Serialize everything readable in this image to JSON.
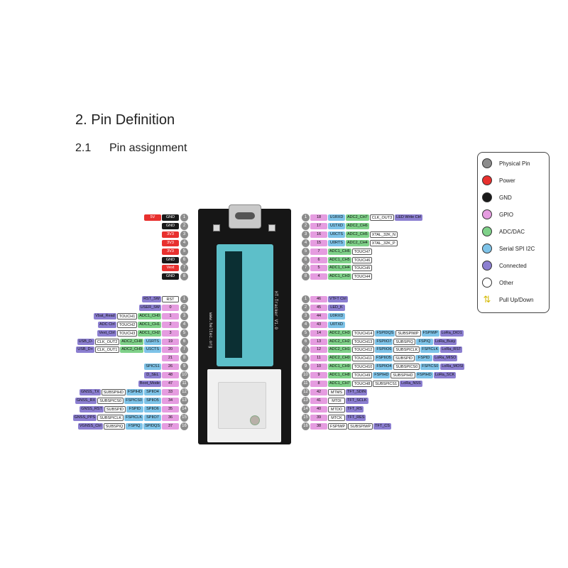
{
  "heading": "2. Pin Definition",
  "subheading_num": "2.1",
  "subheading_text": "Pin assignment",
  "colors": {
    "physical": "#8c8c8c",
    "power": "#e8302e",
    "gnd": "#1a1a1a",
    "gpio": "#e59ce0",
    "adc": "#7fd189",
    "serial": "#7ec3e8",
    "connected": "#8c7fd1",
    "other": "#ffffff"
  },
  "legend": [
    {
      "label": "Physical Pin",
      "type": "physical"
    },
    {
      "label": "Power",
      "type": "power"
    },
    {
      "label": "GND",
      "type": "gnd"
    },
    {
      "label": "GPIO",
      "type": "gpio"
    },
    {
      "label": "ADC/DAC",
      "type": "adc"
    },
    {
      "label": "Serial SPI I2C",
      "type": "serial"
    },
    {
      "label": "Connected",
      "type": "connected"
    },
    {
      "label": "Other",
      "type": "other"
    },
    {
      "label": "Pull Up/Down",
      "type": "arrows"
    }
  ],
  "board": {
    "silk_name": "HT-Tracker V1.0",
    "silk_url": "www.heltec.org"
  },
  "left_top": [
    {
      "pin": "1",
      "tags": [
        {
          "t": "5V",
          "c": "power"
        },
        {
          "t": "GND",
          "c": "gnd"
        }
      ]
    },
    {
      "pin": "2",
      "tags": [
        {
          "t": "GND",
          "c": "gnd"
        }
      ]
    },
    {
      "pin": "3",
      "tags": [
        {
          "t": "3V3",
          "c": "power"
        }
      ]
    },
    {
      "pin": "4",
      "tags": [
        {
          "t": "3V3",
          "c": "power"
        }
      ]
    },
    {
      "pin": "5",
      "tags": [
        {
          "t": "3V3",
          "c": "power"
        }
      ]
    },
    {
      "pin": "6",
      "tags": [
        {
          "t": "GND",
          "c": "gnd"
        }
      ]
    },
    {
      "pin": "7",
      "tags": [
        {
          "t": "Vext",
          "c": "power"
        }
      ]
    },
    {
      "pin": "8",
      "tags": [
        {
          "t": "GND",
          "c": "gnd"
        }
      ]
    }
  ],
  "left_bottom": [
    {
      "pin": "1",
      "tags": [
        {
          "t": "RST_SW",
          "c": "connected"
        },
        {
          "t": "RST",
          "c": "other"
        }
      ]
    },
    {
      "pin": "2",
      "tags": [
        {
          "t": "USER_SW",
          "c": "connected"
        },
        {
          "t": "0",
          "c": "gpio"
        }
      ]
    },
    {
      "pin": "3",
      "tags": [
        {
          "t": "Vbat_Read",
          "c": "connected"
        },
        {
          "t": "TOUCH1",
          "c": "other"
        },
        {
          "t": "ADC1_CH0",
          "c": "adc"
        },
        {
          "t": "1",
          "c": "gpio"
        }
      ]
    },
    {
      "pin": "4",
      "tags": [
        {
          "t": "ADC Ctrl",
          "c": "connected"
        },
        {
          "t": "TOUCH2",
          "c": "other"
        },
        {
          "t": "ADC1_CH1",
          "c": "adc"
        },
        {
          "t": "2",
          "c": "gpio"
        }
      ]
    },
    {
      "pin": "5",
      "tags": [
        {
          "t": "Vext_Ctrl",
          "c": "connected"
        },
        {
          "t": "TOUCH3",
          "c": "other"
        },
        {
          "t": "ADC1_CH2",
          "c": "adc"
        },
        {
          "t": "3",
          "c": "gpio"
        }
      ]
    },
    {
      "pin": "6",
      "tags": [
        {
          "t": "USB_D-",
          "c": "connected"
        },
        {
          "t": "CLK_OUT2",
          "c": "other"
        },
        {
          "t": "ADC2_CH8",
          "c": "adc"
        },
        {
          "t": "U1RTS",
          "c": "serial"
        },
        {
          "t": "19",
          "c": "gpio"
        }
      ]
    },
    {
      "pin": "7",
      "tags": [
        {
          "t": "USB_D+",
          "c": "connected"
        },
        {
          "t": "CLK_OUT1",
          "c": "other"
        },
        {
          "t": "ADC2_CH9",
          "c": "adc"
        },
        {
          "t": "U1CTS",
          "c": "serial"
        },
        {
          "t": "20",
          "c": "gpio"
        }
      ]
    },
    {
      "pin": "8",
      "tags": [
        {
          "t": "21",
          "c": "gpio"
        }
      ]
    },
    {
      "pin": "9",
      "tags": [
        {
          "t": "SPICS1",
          "c": "serial"
        },
        {
          "t": "26",
          "c": "gpio"
        }
      ]
    },
    {
      "pin": "10",
      "tags": [
        {
          "t": "D_SEL",
          "c": "connected"
        },
        {
          "t": "48",
          "c": "gpio"
        }
      ]
    },
    {
      "pin": "11",
      "tags": [
        {
          "t": "Boot_Mode",
          "c": "connected"
        },
        {
          "t": "47",
          "c": "gpio"
        }
      ]
    },
    {
      "pin": "12",
      "tags": [
        {
          "t": "GNSS_TX",
          "c": "connected"
        },
        {
          "t": "SUBSPIHD",
          "c": "other"
        },
        {
          "t": "FSPIHD",
          "c": "serial"
        },
        {
          "t": "SPIIO4",
          "c": "serial"
        },
        {
          "t": "33",
          "c": "gpio"
        }
      ]
    },
    {
      "pin": "13",
      "tags": [
        {
          "t": "GNSS_RX",
          "c": "connected"
        },
        {
          "t": "SUBSPICS0",
          "c": "other"
        },
        {
          "t": "FSPICS0",
          "c": "serial"
        },
        {
          "t": "SPIIO5",
          "c": "serial"
        },
        {
          "t": "34",
          "c": "gpio"
        }
      ]
    },
    {
      "pin": "14",
      "tags": [
        {
          "t": "GNSS_RST",
          "c": "connected"
        },
        {
          "t": "SUBSPID",
          "c": "other"
        },
        {
          "t": "FSPID",
          "c": "serial"
        },
        {
          "t": "SPIIO6",
          "c": "serial"
        },
        {
          "t": "35",
          "c": "gpio"
        }
      ]
    },
    {
      "pin": "15",
      "tags": [
        {
          "t": "GNSS_PPS",
          "c": "connected"
        },
        {
          "t": "SUBSPICLK",
          "c": "other"
        },
        {
          "t": "FSPICLK",
          "c": "serial"
        },
        {
          "t": "SPIIO7",
          "c": "serial"
        },
        {
          "t": "36",
          "c": "gpio"
        }
      ]
    },
    {
      "pin": "16",
      "tags": [
        {
          "t": "VGNSS_Ctrl",
          "c": "connected"
        },
        {
          "t": "SUBSPIQ",
          "c": "other"
        },
        {
          "t": "FSPIQ",
          "c": "serial"
        },
        {
          "t": "SPIDQS",
          "c": "serial"
        },
        {
          "t": "37",
          "c": "gpio"
        }
      ]
    }
  ],
  "right_top": [
    {
      "pin": "1",
      "tags": [
        {
          "t": "18",
          "c": "gpio"
        },
        {
          "t": "U1RXD",
          "c": "serial"
        },
        {
          "t": "ADC2_CH7",
          "c": "adc"
        },
        {
          "t": "CLK_OUT3",
          "c": "other"
        },
        {
          "t": "LED Write Ctrl",
          "c": "connected"
        }
      ]
    },
    {
      "pin": "2",
      "tags": [
        {
          "t": "17",
          "c": "gpio"
        },
        {
          "t": "U1TXD",
          "c": "serial"
        },
        {
          "t": "ADC2_CH6",
          "c": "adc"
        }
      ]
    },
    {
      "pin": "3",
      "tags": [
        {
          "t": "16",
          "c": "gpio"
        },
        {
          "t": "U0CTS",
          "c": "serial"
        },
        {
          "t": "ADC2_CH5",
          "c": "adc"
        },
        {
          "t": "XTAL_32K_N",
          "c": "other"
        }
      ]
    },
    {
      "pin": "4",
      "tags": [
        {
          "t": "15",
          "c": "gpio"
        },
        {
          "t": "U0RTS",
          "c": "serial"
        },
        {
          "t": "ADC2_CH4",
          "c": "adc"
        },
        {
          "t": "XTAL_32K_P",
          "c": "other"
        }
      ]
    },
    {
      "pin": "5",
      "tags": [
        {
          "t": "7",
          "c": "gpio"
        },
        {
          "t": "ADC1_CH6",
          "c": "adc"
        },
        {
          "t": "TOUCH7",
          "c": "other"
        }
      ]
    },
    {
      "pin": "6",
      "tags": [
        {
          "t": "6",
          "c": "gpio"
        },
        {
          "t": "ADC1_CH5",
          "c": "adc"
        },
        {
          "t": "TOUCH6",
          "c": "other"
        }
      ]
    },
    {
      "pin": "7",
      "tags": [
        {
          "t": "5",
          "c": "gpio"
        },
        {
          "t": "ADC1_CH4",
          "c": "adc"
        },
        {
          "t": "TOUCH5",
          "c": "other"
        }
      ]
    },
    {
      "pin": "8",
      "tags": [
        {
          "t": "4",
          "c": "gpio"
        },
        {
          "t": "ADC1_CH3",
          "c": "adc"
        },
        {
          "t": "TOUCH4",
          "c": "other"
        }
      ]
    }
  ],
  "right_bottom": [
    {
      "pin": "1",
      "tags": [
        {
          "t": "46",
          "c": "gpio"
        },
        {
          "t": "VTFT Ctrl",
          "c": "connected"
        }
      ]
    },
    {
      "pin": "2",
      "tags": [
        {
          "t": "45",
          "c": "gpio"
        },
        {
          "t": "LED_K",
          "c": "connected"
        }
      ]
    },
    {
      "pin": "3",
      "tags": [
        {
          "t": "44",
          "c": "gpio"
        },
        {
          "t": "U0RXD",
          "c": "serial"
        }
      ]
    },
    {
      "pin": "4",
      "tags": [
        {
          "t": "43",
          "c": "gpio"
        },
        {
          "t": "U0TXD",
          "c": "serial"
        }
      ]
    },
    {
      "pin": "5",
      "tags": [
        {
          "t": "14",
          "c": "gpio"
        },
        {
          "t": "ADC2_CH3",
          "c": "adc"
        },
        {
          "t": "TOUCH14",
          "c": "other"
        },
        {
          "t": "FSPIDQS",
          "c": "serial"
        },
        {
          "t": "SUBSPIWP",
          "c": "other"
        },
        {
          "t": "FSPIWP",
          "c": "serial"
        },
        {
          "t": "LoRa_DIO1",
          "c": "connected"
        }
      ]
    },
    {
      "pin": "6",
      "tags": [
        {
          "t": "13",
          "c": "gpio"
        },
        {
          "t": "ADC2_CH2",
          "c": "adc"
        },
        {
          "t": "TOUCH13",
          "c": "other"
        },
        {
          "t": "FSPIIO7",
          "c": "serial"
        },
        {
          "t": "SUBSPIQ",
          "c": "other"
        },
        {
          "t": "FSPIQ",
          "c": "serial"
        },
        {
          "t": "LoRa_Busy",
          "c": "connected"
        }
      ]
    },
    {
      "pin": "7",
      "tags": [
        {
          "t": "12",
          "c": "gpio"
        },
        {
          "t": "ADC2_CH1",
          "c": "adc"
        },
        {
          "t": "TOUCH12",
          "c": "other"
        },
        {
          "t": "FSPIIO6",
          "c": "serial"
        },
        {
          "t": "SUBSPICLK",
          "c": "other"
        },
        {
          "t": "FSPICLK",
          "c": "serial"
        },
        {
          "t": "LoRa_RST",
          "c": "connected"
        }
      ]
    },
    {
      "pin": "8",
      "tags": [
        {
          "t": "11",
          "c": "gpio"
        },
        {
          "t": "ADC2_CH0",
          "c": "adc"
        },
        {
          "t": "TOUCH11",
          "c": "other"
        },
        {
          "t": "FSPIIO5",
          "c": "serial"
        },
        {
          "t": "SUBSPID",
          "c": "other"
        },
        {
          "t": "FSPID",
          "c": "serial"
        },
        {
          "t": "LoRa_MISO",
          "c": "connected"
        }
      ]
    },
    {
      "pin": "9",
      "tags": [
        {
          "t": "10",
          "c": "gpio"
        },
        {
          "t": "ADC1_CH9",
          "c": "adc"
        },
        {
          "t": "TOUCH10",
          "c": "other"
        },
        {
          "t": "FSPIIO4",
          "c": "serial"
        },
        {
          "t": "SUBSPICS0",
          "c": "other"
        },
        {
          "t": "FSPICS0",
          "c": "serial"
        },
        {
          "t": "LoRa_MOSI",
          "c": "connected"
        }
      ]
    },
    {
      "pin": "10",
      "tags": [
        {
          "t": "9",
          "c": "gpio"
        },
        {
          "t": "ADC1_CH8",
          "c": "adc"
        },
        {
          "t": "TOUCH9",
          "c": "other"
        },
        {
          "t": "FSPIHD",
          "c": "serial"
        },
        {
          "t": "SUBSPIHD",
          "c": "other"
        },
        {
          "t": "FSPIHD",
          "c": "serial"
        },
        {
          "t": "LoRa_SCK",
          "c": "connected"
        }
      ]
    },
    {
      "pin": "11",
      "tags": [
        {
          "t": "8",
          "c": "gpio"
        },
        {
          "t": "ADC1_CH7",
          "c": "adc"
        },
        {
          "t": "TOUCH8",
          "c": "other"
        },
        {
          "t": "SUBSPICS1",
          "c": "other"
        },
        {
          "t": "LoRa_NSS",
          "c": "connected"
        }
      ]
    },
    {
      "pin": "12",
      "tags": [
        {
          "t": "42",
          "c": "gpio"
        },
        {
          "t": "MTMS",
          "c": "other"
        },
        {
          "t": "TFT_SDIN",
          "c": "connected"
        }
      ]
    },
    {
      "pin": "13",
      "tags": [
        {
          "t": "41",
          "c": "gpio"
        },
        {
          "t": "MTDI",
          "c": "other"
        },
        {
          "t": "TFT_SCLK",
          "c": "connected"
        }
      ]
    },
    {
      "pin": "14",
      "tags": [
        {
          "t": "40",
          "c": "gpio"
        },
        {
          "t": "MTDO",
          "c": "other"
        },
        {
          "t": "TFT_RS",
          "c": "connected"
        }
      ]
    },
    {
      "pin": "15",
      "tags": [
        {
          "t": "39",
          "c": "gpio"
        },
        {
          "t": "MTCK",
          "c": "other"
        },
        {
          "t": "TFT_RES",
          "c": "connected"
        }
      ]
    },
    {
      "pin": "16",
      "tags": [
        {
          "t": "38",
          "c": "gpio"
        },
        {
          "t": "FSPIWP",
          "c": "other"
        },
        {
          "t": "SUBSPIWP",
          "c": "other"
        },
        {
          "t": "TFT_CS",
          "c": "connected"
        }
      ]
    }
  ]
}
